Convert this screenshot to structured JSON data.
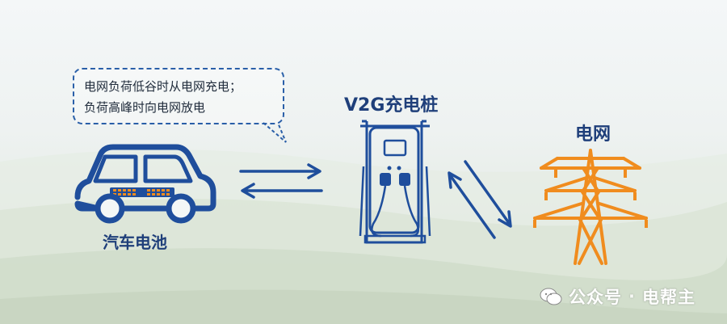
{
  "bubble": {
    "line1": "电网负荷低谷时从电网充电；",
    "line2": "负荷高峰时向电网放电"
  },
  "labels": {
    "charger": "V2G充电桩",
    "grid": "电网",
    "car": "汽车电池"
  },
  "watermark": {
    "platform": "公众号",
    "separator": "·",
    "account": "电帮主"
  },
  "colors": {
    "blue": "#1f4e9c",
    "orange": "#f08c1e",
    "text": "#1f3f7a"
  },
  "icons": [
    "car-battery-icon",
    "v2g-charger-icon",
    "power-tower-icon",
    "wechat-icon"
  ]
}
